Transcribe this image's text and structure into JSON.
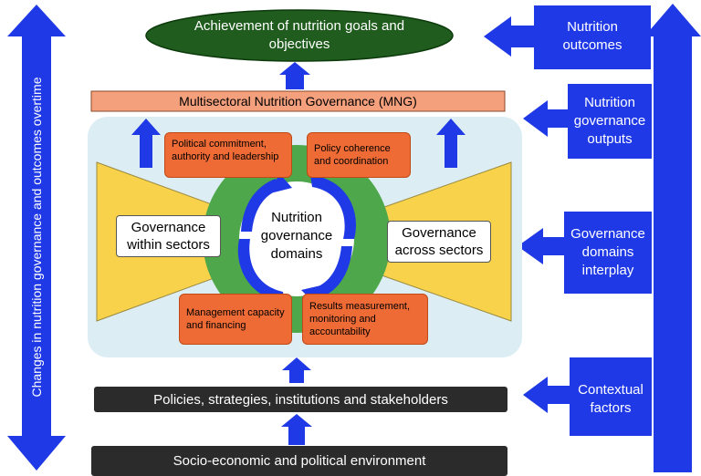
{
  "goal": "Achievement of nutrition goals and objectives",
  "mng": "Multisectoral Nutrition Governance (MNG)",
  "center_label": "Nutrition governance domains",
  "domains": {
    "political": "Political commitment, authority and leadership",
    "policy": "Policy coherence and coordination",
    "management": "Management capacity and financing",
    "results": "Results measurement, monitoring and accountability"
  },
  "within": "Governance within sectors",
  "across": "Governance across sectors",
  "policies_bar": "Policies, strategies, institutions and stakeholders",
  "environment_bar": "Socio-economic and political environment",
  "vertical_label": "Changes in nutrition governance and outcomes overtime",
  "right_labels": {
    "outcomes": "Nutrition outcomes",
    "outputs": "Nutrition governance outputs",
    "interplay": "Governance domains interplay",
    "contextual": "Contextual factors"
  },
  "colors": {
    "arrow_blue": "#1f39e6",
    "goal_green": "#1f5c1d",
    "mng_salmon": "#f4a07c",
    "panel_bg": "#dcedf3",
    "ring_green": "#4ea84b",
    "domain_orange": "#ee6b35",
    "trapezoid_yellow": "#f7d24a",
    "dark_bar": "#2b2b2b"
  }
}
